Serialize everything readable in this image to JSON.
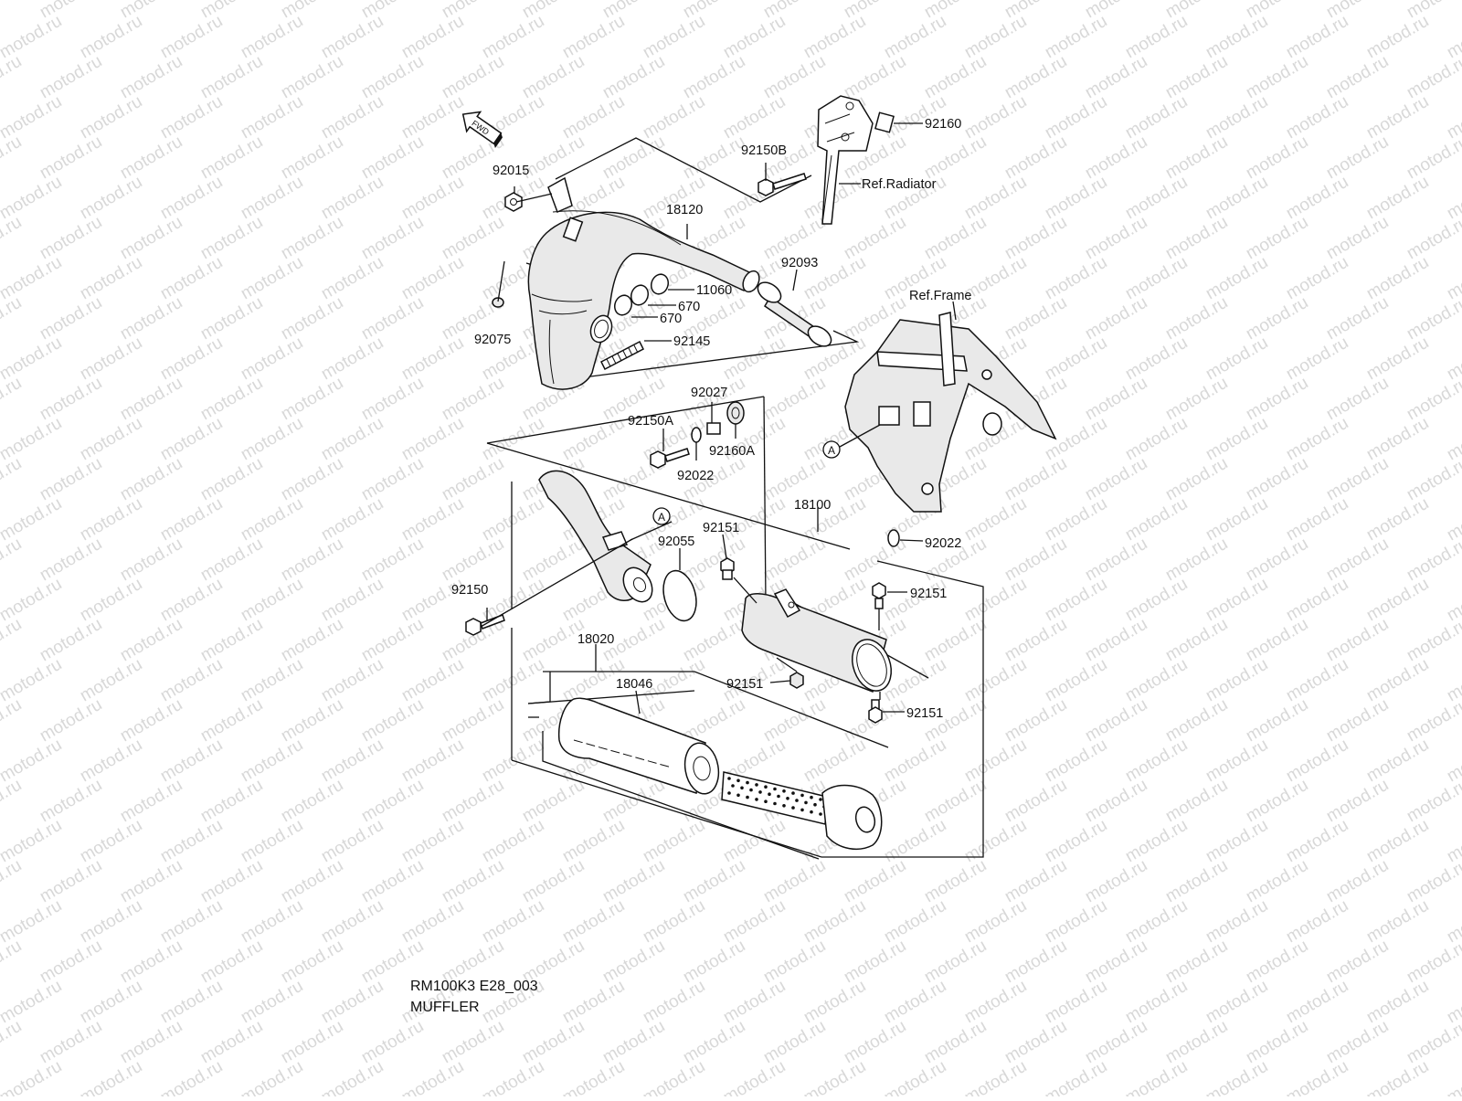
{
  "watermark": {
    "text": "motod.ru"
  },
  "fwd_label": "FWD",
  "callouts": {
    "p18120": "18120",
    "p92015": "92015",
    "p92075": "92075",
    "p11060": "11060",
    "p670a": "670",
    "p670b": "670",
    "p92145": "92145",
    "p92093": "92093",
    "p92150B": "92150B",
    "p92160": "92160",
    "ref_radiator": "Ref.Radiator",
    "ref_frame": "Ref.Frame",
    "p92027": "92027",
    "p92150A": "92150A",
    "p92160A": "92160A",
    "p92022a": "92022",
    "p18100": "18100",
    "p92022b": "92022",
    "p92150": "92150",
    "p92055": "92055",
    "p92151a": "92151",
    "p92151b": "92151",
    "p92151c": "92151",
    "p92151d": "92151",
    "p18020": "18020",
    "p18046": "18046",
    "markA1": "A",
    "markA2": "A"
  },
  "caption": {
    "code": "RM100K3 E28_003",
    "title": "MUFFLER"
  }
}
